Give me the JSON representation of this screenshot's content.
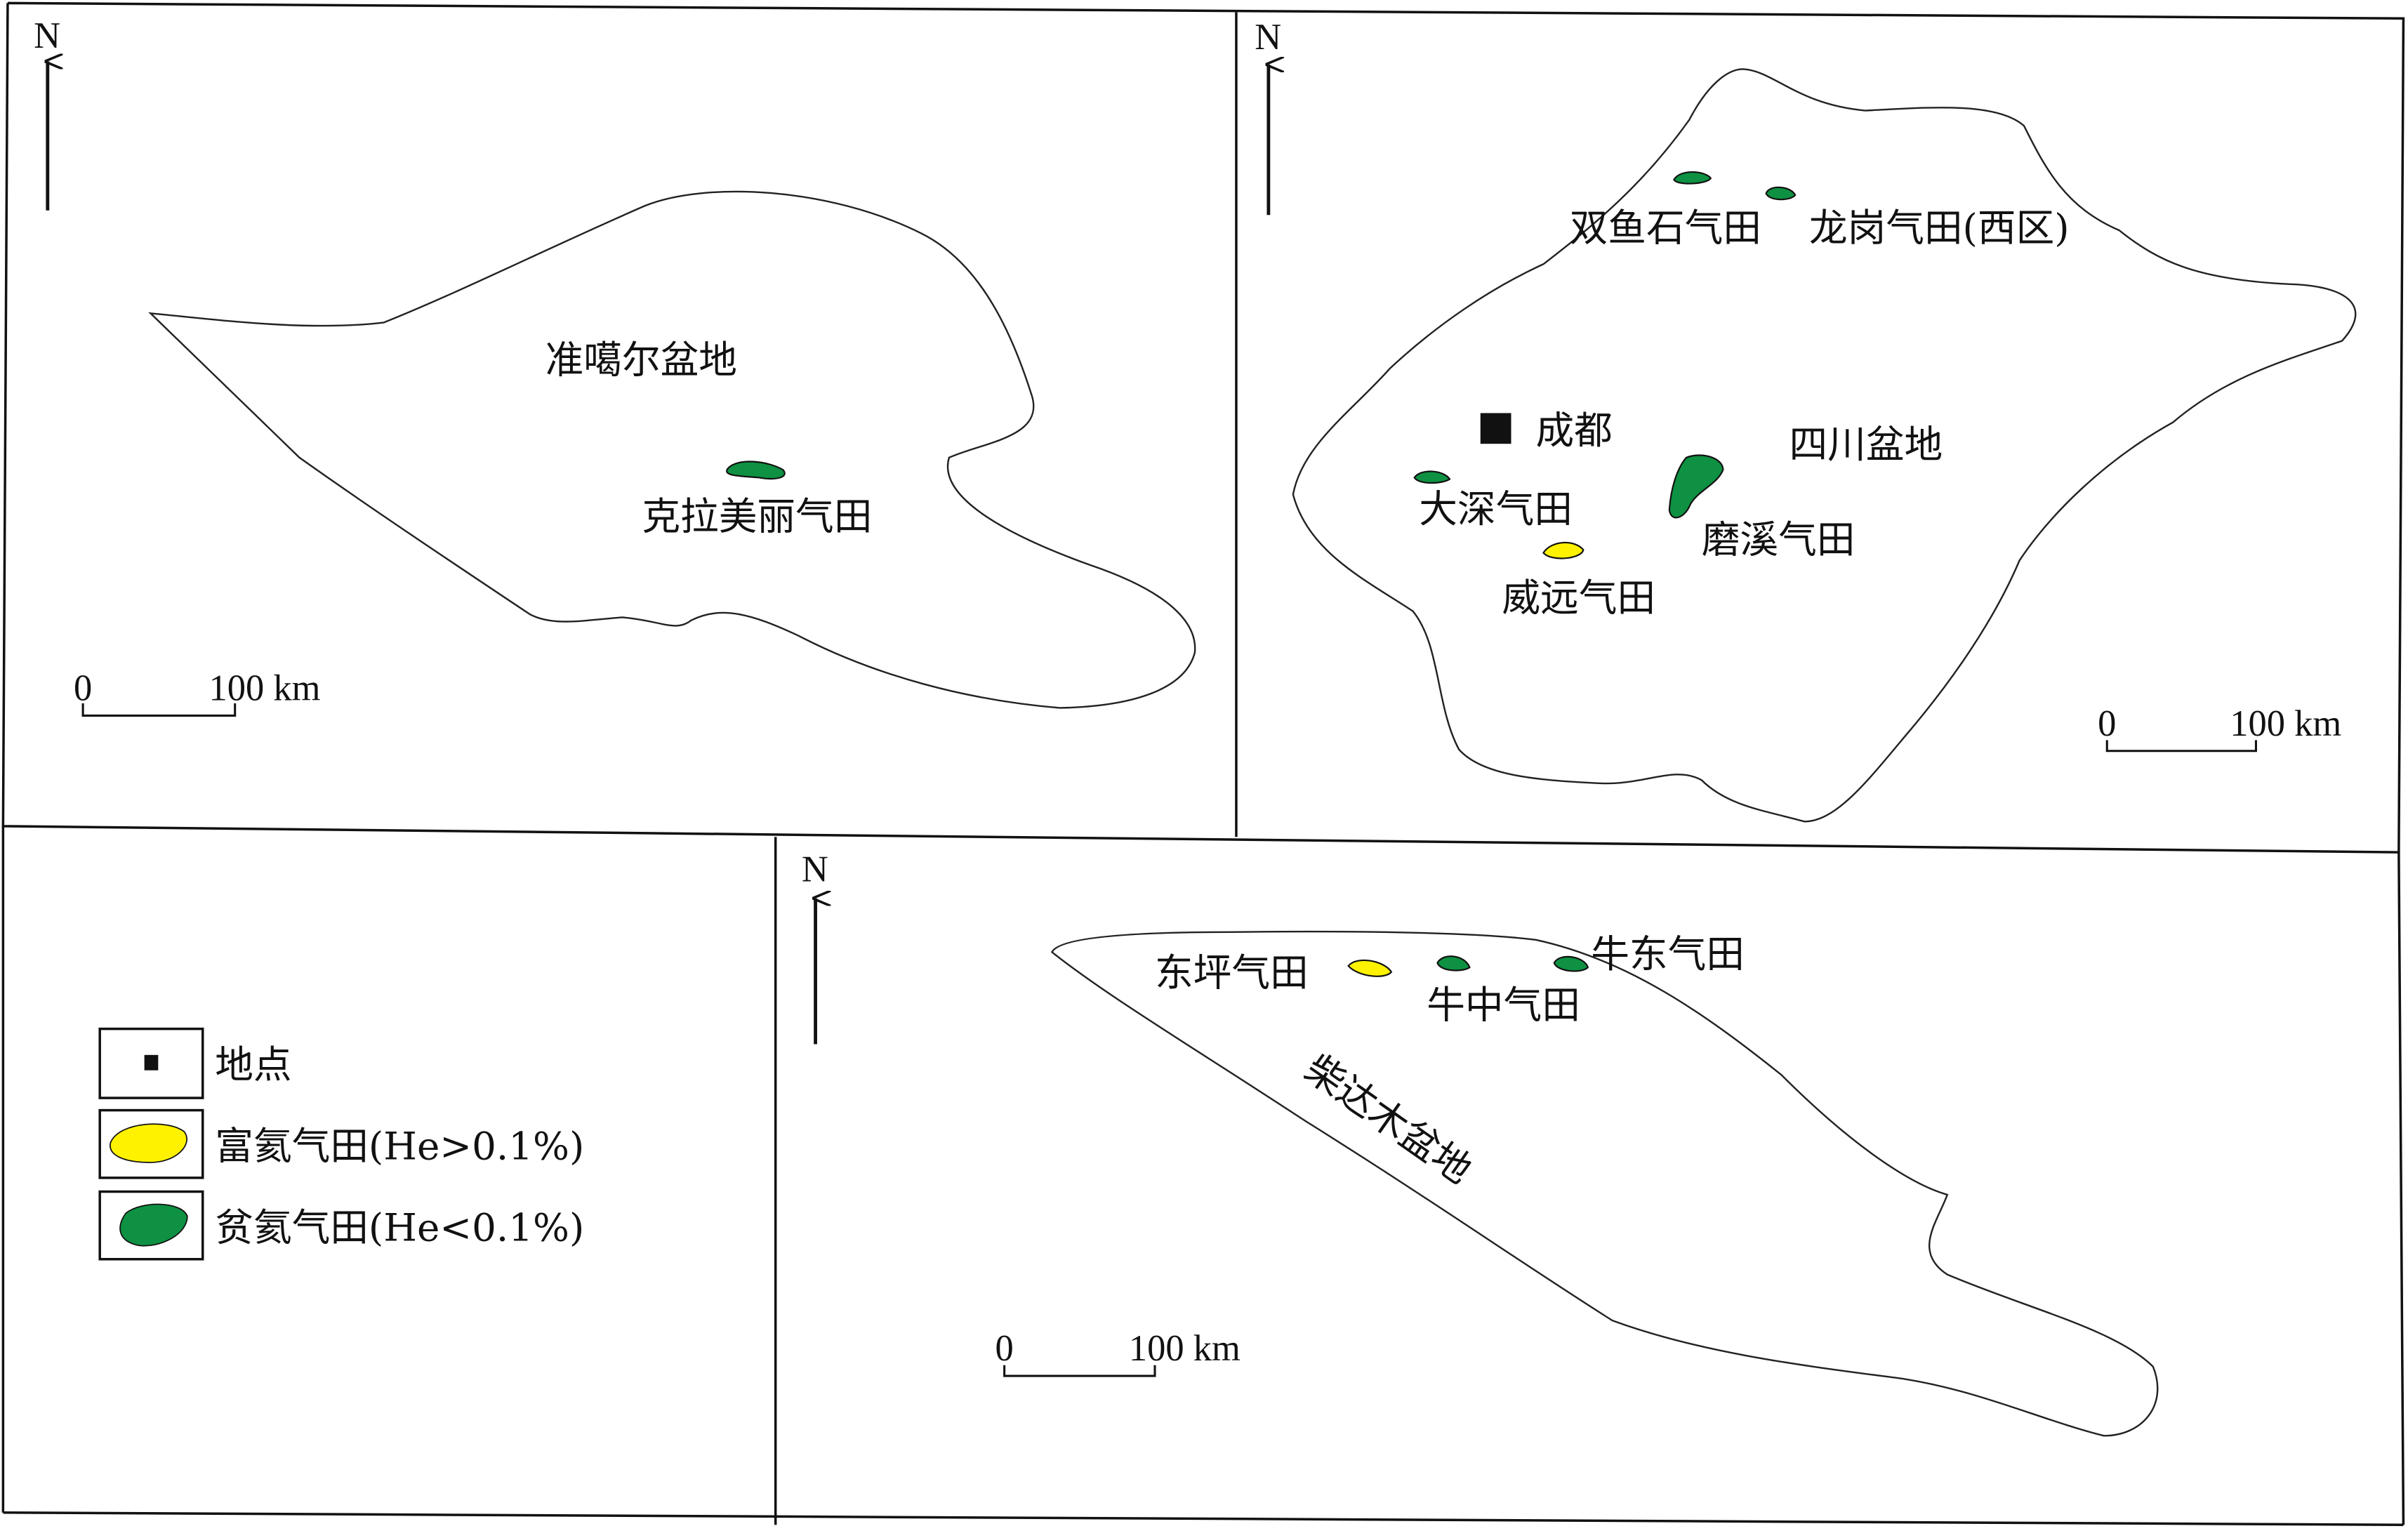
{
  "colors": {
    "helium_rich": "#FFF200",
    "helium_poor": "#0E9142",
    "location": "#111111"
  },
  "north_label": "N",
  "scale": {
    "zero": "0",
    "length": "100 km"
  },
  "junggar": {
    "basin_name": "准噶尔盆地",
    "fields": [
      {
        "name": "克拉美丽气田",
        "type": "poor"
      }
    ]
  },
  "sichuan": {
    "basin_name": "四川盆地",
    "city": "成都",
    "fields": [
      {
        "name": "双鱼石气田",
        "type": "poor"
      },
      {
        "name": "龙岗气田(西区)",
        "type": "poor"
      },
      {
        "name": "大深气田",
        "type": "poor"
      },
      {
        "name": "磨溪气田",
        "type": "poor"
      },
      {
        "name": "威远气田",
        "type": "rich"
      }
    ]
  },
  "qaidam": {
    "basin_name": "柴达木盆地",
    "fields": [
      {
        "name": "东坪气田",
        "type": "rich"
      },
      {
        "name": "牛中气田",
        "type": "poor"
      },
      {
        "name": "牛东气田",
        "type": "poor"
      }
    ]
  },
  "legend": {
    "location": "地点",
    "rich": "富氦气田(He>0.1%)",
    "poor": "贫氦气田(He<0.1%)"
  }
}
